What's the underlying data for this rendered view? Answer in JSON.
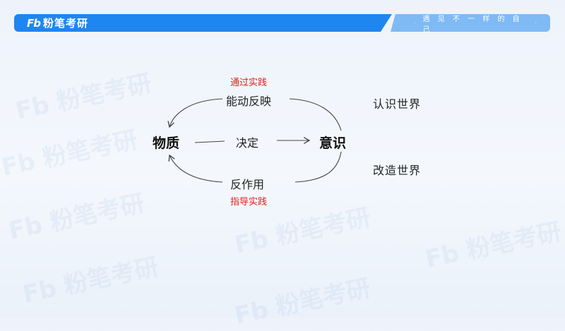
{
  "header": {
    "logo_mark": "Fb",
    "logo_text": "粉笔考研",
    "slogan": "遇 见 不 一 样 的 自 己"
  },
  "watermark": {
    "text": "Fb 粉笔考研"
  },
  "diagram": {
    "left_node": "物质",
    "right_node": "意识",
    "top_label": "能动反映",
    "top_annotation": "通过实践",
    "middle_label": "决定",
    "bottom_label": "反作用",
    "bottom_annotation": "指导实践",
    "side_top": "认识世界",
    "side_bottom": "改造世界"
  },
  "colors": {
    "header_blue": "#1f86ef",
    "header_light_blue": "#7fbaf4",
    "annotation_red": "#e0201c"
  }
}
